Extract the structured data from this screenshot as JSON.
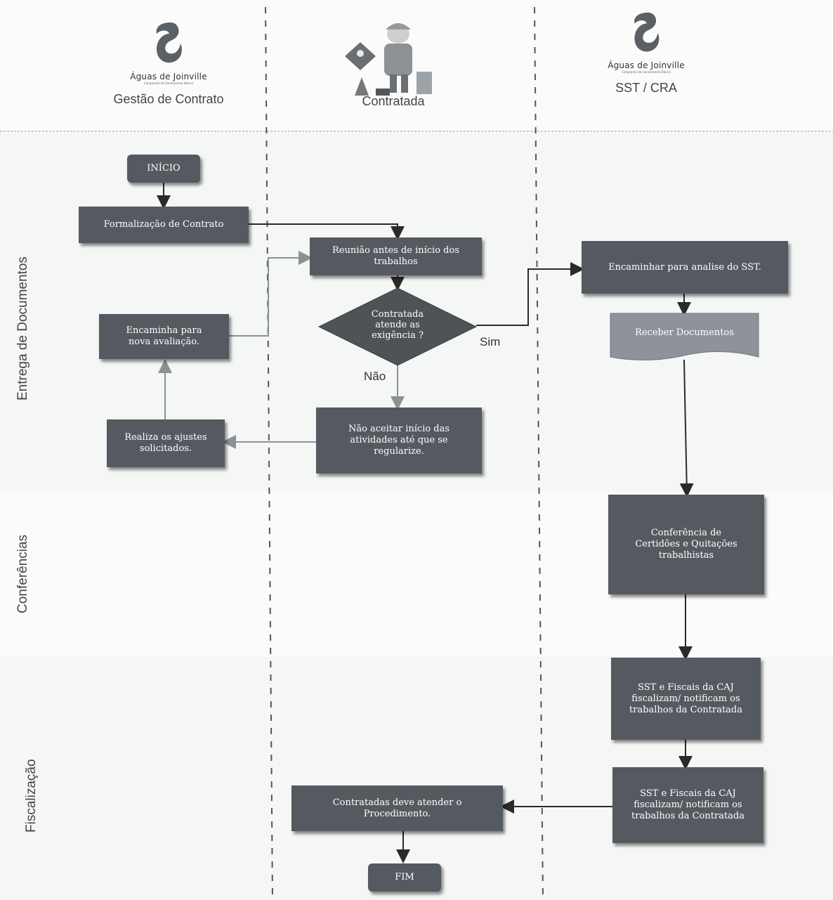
{
  "header": {
    "left": {
      "brand": "Águas de Joinville",
      "brand_sub": "Companhia de Saneamento Básico",
      "title": "Gestão de Contrato"
    },
    "center": {
      "title": "Contratada"
    },
    "right": {
      "brand": "Águas de Joinville",
      "brand_sub": "Companhia de Saneamento Básico",
      "title": "SST / CRA"
    }
  },
  "lanes": {
    "entrega": "Entrega de Documentos",
    "conferencias": "Conferências",
    "fiscalizacao": "Fiscalização"
  },
  "nodes": {
    "inicio": "INÍCIO",
    "formalizacao": "Formalização de Contrato",
    "reuniao": "Reunião antes de início  dos\ntrabalhos",
    "decisao": "Contratada\natende as\nexigência ?",
    "nao_aceitar": "Não aceitar início  das\natividades até que se\nregularize.",
    "realiza": "Realiza os ajustes\nsolicitados.",
    "encaminha": "Encaminha para\nnova avaliação.",
    "encaminhar_sst": "Encaminhar para analise do SST.",
    "receber": "Receber Documentos",
    "conferencia": "Conferência de\nCertidões e Quitações\ntrabalhistas",
    "sst1": "SST e Fiscais da CAJ\nfiscalizam/  notificam os\ntrabalhos da Contratada",
    "sst2": "SST e Fiscais da CAJ\nfiscalizam/  notificam os\ntrabalhos da Contratada",
    "contratadas": "Contratadas deve atender o\nProcedimento.",
    "fim": "FIM"
  },
  "edges": {
    "sim": "Sim",
    "nao": "Não"
  },
  "colors": {
    "box": "#555a60",
    "diamond": "#4e5358",
    "doc": "#8d9399",
    "arrow": "#2a2a2a"
  }
}
